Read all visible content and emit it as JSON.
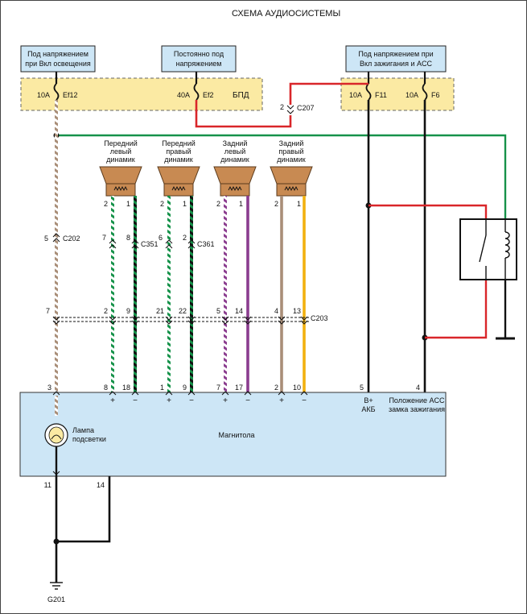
{
  "title": "СХЕМА АУДИОСИСТЕМЫ",
  "sources": {
    "illumination": [
      "Под напряжением",
      "при Вкл освещения"
    ],
    "constant": [
      "Постоянно под",
      "напряжением"
    ],
    "ignition": [
      "Под напряжением при",
      "Вкл зажигания и ACC"
    ]
  },
  "fuse_box_label": "БПД",
  "fuses": {
    "ef12": {
      "rating": "10A",
      "name": "Ef12"
    },
    "ef2": {
      "rating": "40A",
      "name": "Ef2"
    },
    "f11": {
      "rating": "10A",
      "name": "F11"
    },
    "f6": {
      "rating": "10A",
      "name": "F6"
    }
  },
  "connectors": {
    "c207": {
      "pin": "2",
      "name": "C207"
    },
    "c202": {
      "pin": "5",
      "name": "C202"
    },
    "c351": {
      "name": "C351",
      "pins": [
        "7",
        "8"
      ]
    },
    "c361": {
      "name": "C361",
      "pins": [
        "6",
        "2"
      ]
    },
    "c203": {
      "name": "C203",
      "pins": [
        "7",
        "2",
        "9",
        "21",
        "22",
        "5",
        "14",
        "4",
        "13"
      ]
    }
  },
  "speakers": {
    "front_left": {
      "label": [
        "Передний",
        "левый",
        "динамик"
      ],
      "pins": [
        "2",
        "1"
      ]
    },
    "front_right": {
      "label": [
        "Передний",
        "правый",
        "динамик"
      ],
      "pins": [
        "2",
        "1"
      ]
    },
    "rear_left": {
      "label": [
        "Задний",
        "левый",
        "динамик"
      ],
      "pins": [
        "2",
        "1"
      ]
    },
    "rear_right": {
      "label": [
        "Задний",
        "правый",
        "динамик"
      ],
      "pins": [
        "2",
        "1"
      ]
    }
  },
  "radio": {
    "label": "Магнитола",
    "lamp_label": [
      "Лампа",
      "подсветки"
    ],
    "top_pins": [
      "3",
      "8",
      "18",
      "1",
      "9",
      "7",
      "17",
      "2",
      "10",
      "5",
      "4"
    ],
    "signs": [
      "+",
      "−",
      "+",
      "−",
      "+",
      "−",
      "+",
      "−"
    ],
    "batt_label": [
      "B+",
      "АКБ"
    ],
    "acc_label": [
      "Положение ACC",
      "замка зажигания"
    ],
    "bottom_pins": [
      "11",
      "14"
    ]
  },
  "ground": "G201",
  "colors": {
    "fuse_box": "#fbeaa3",
    "source_box": "#cde6f6",
    "radio_box": "#cde6f6",
    "red_wire": "#d9262a",
    "green_wire": "#16924a",
    "speaker_body": "#c88a52",
    "violet_wire": "#8b3d8f",
    "yellow_wire": "#f2b10f",
    "tan_wire": "#a98e78"
  }
}
